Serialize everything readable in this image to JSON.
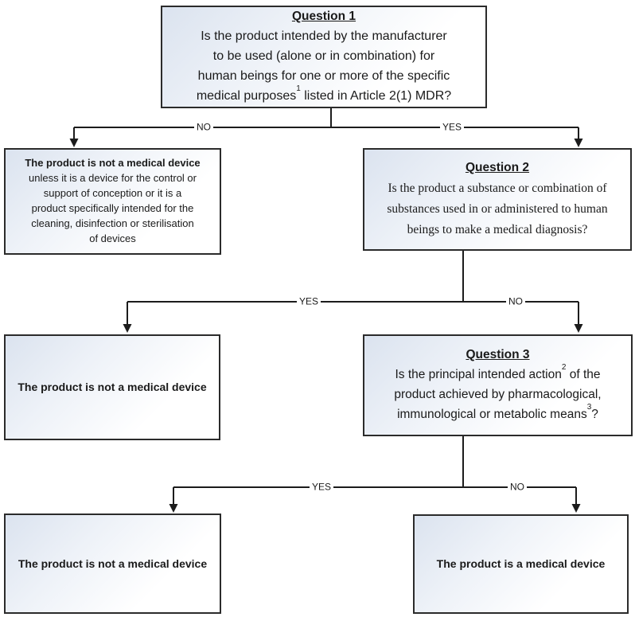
{
  "diagram": {
    "type": "decision-flowchart",
    "colors": {
      "box_gradient_start": "#dbe3ef",
      "box_gradient_end": "#ffffff",
      "box_border": "#2b2b2b",
      "line": "#1c1c1c",
      "text": "#1a1a1a"
    },
    "boxes": {
      "q1": {
        "header": "Question 1",
        "lines": [
          [
            {
              "text": "Is the product intended by the manufacturer"
            }
          ],
          [
            {
              "text": "to be used (alone or in combination) for"
            }
          ],
          [
            {
              "text": "human beings for one or more of the specific"
            }
          ],
          [
            {
              "text": "medical purposes"
            },
            {
              "sup": "1"
            },
            {
              "text": " listed in Article 2(1) MDR?"
            }
          ]
        ]
      },
      "not_device_unless": {
        "bold_line": "The product is not a medical device",
        "lines": [
          "unless it is a device for the control or",
          "support of conception or it is a",
          "product specifically intended for the",
          "cleaning, disinfection or sterilisation",
          "of devices"
        ]
      },
      "q2": {
        "header": "Question 2",
        "lines": [
          [
            {
              "text": "Is the product a substance or combination of"
            }
          ],
          [
            {
              "text": "substances used in or administered to human"
            }
          ],
          [
            {
              "text": "beings to make a medical diagnosis?"
            }
          ]
        ]
      },
      "not_device_q2_yes": {
        "text": "The product is not a medical device"
      },
      "q3": {
        "header": "Question 3",
        "lines": [
          [
            {
              "text": "Is the principal intended action"
            },
            {
              "sup": "2"
            },
            {
              "text": " of the"
            }
          ],
          [
            {
              "text": "product achieved by pharmacological,"
            }
          ],
          [
            {
              "text": "immunological or metabolic means"
            },
            {
              "sup": "3"
            },
            {
              "text": "?"
            }
          ]
        ]
      },
      "not_device_q3_yes": {
        "text": "The product is not a medical device"
      },
      "is_device": {
        "text": "The product is a medical device"
      }
    },
    "labels": {
      "q1_no": "NO",
      "q1_yes": "YES",
      "q2_yes": "YES",
      "q2_no": "NO",
      "q3_yes": "YES",
      "q3_no": "NO"
    }
  }
}
